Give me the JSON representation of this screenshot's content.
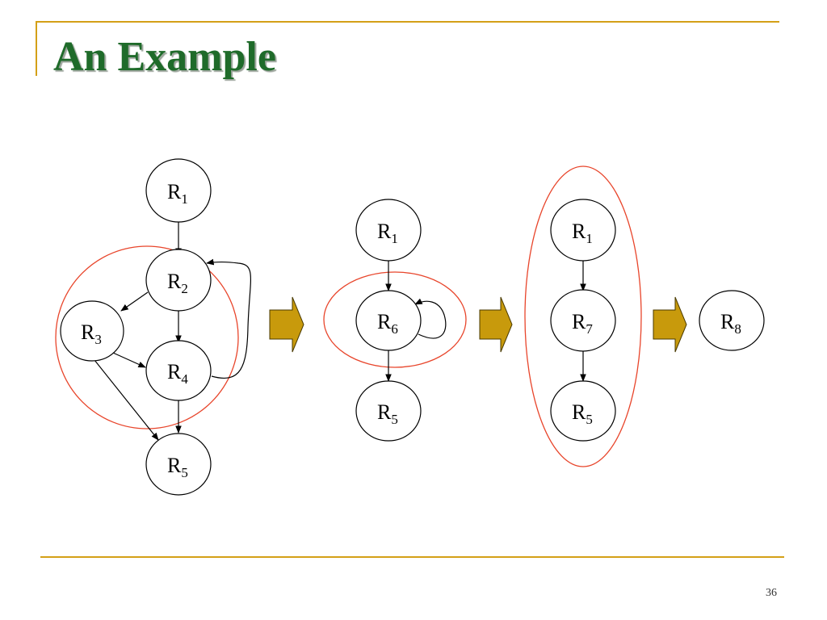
{
  "slide": {
    "title": "An Example",
    "page_number": "36"
  },
  "colors": {
    "accent_rule": "#d4a017",
    "title_text": "#1f6b2a",
    "region_outline": "#e8452b",
    "transition_arrow_fill": "#c89a0c"
  },
  "nodes": {
    "g1_r1": {
      "base": "R",
      "sub": "1"
    },
    "g1_r2": {
      "base": "R",
      "sub": "2"
    },
    "g1_r3": {
      "base": "R",
      "sub": "3"
    },
    "g1_r4": {
      "base": "R",
      "sub": "4"
    },
    "g1_r5": {
      "base": "R",
      "sub": "5"
    },
    "g2_r1": {
      "base": "R",
      "sub": "1"
    },
    "g2_r6": {
      "base": "R",
      "sub": "6"
    },
    "g2_r5": {
      "base": "R",
      "sub": "5"
    },
    "g3_r1": {
      "base": "R",
      "sub": "1"
    },
    "g3_r7": {
      "base": "R",
      "sub": "7"
    },
    "g3_r5": {
      "base": "R",
      "sub": "5"
    },
    "g4_r8": {
      "base": "R",
      "sub": "8"
    }
  },
  "edges": [
    {
      "from": "R1",
      "to": "R2"
    },
    {
      "from": "R2",
      "to": "R3"
    },
    {
      "from": "R2",
      "to": "R4"
    },
    {
      "from": "R3",
      "to": "R4"
    },
    {
      "from": "R3",
      "to": "R5"
    },
    {
      "from": "R4",
      "to": "R5"
    },
    {
      "from": "R4",
      "to": "R2"
    },
    {
      "from": "R1",
      "to": "R6"
    },
    {
      "from": "R6",
      "to": "R6"
    },
    {
      "from": "R6",
      "to": "R5"
    },
    {
      "from": "R1",
      "to": "R7"
    },
    {
      "from": "R7",
      "to": "R5"
    }
  ]
}
